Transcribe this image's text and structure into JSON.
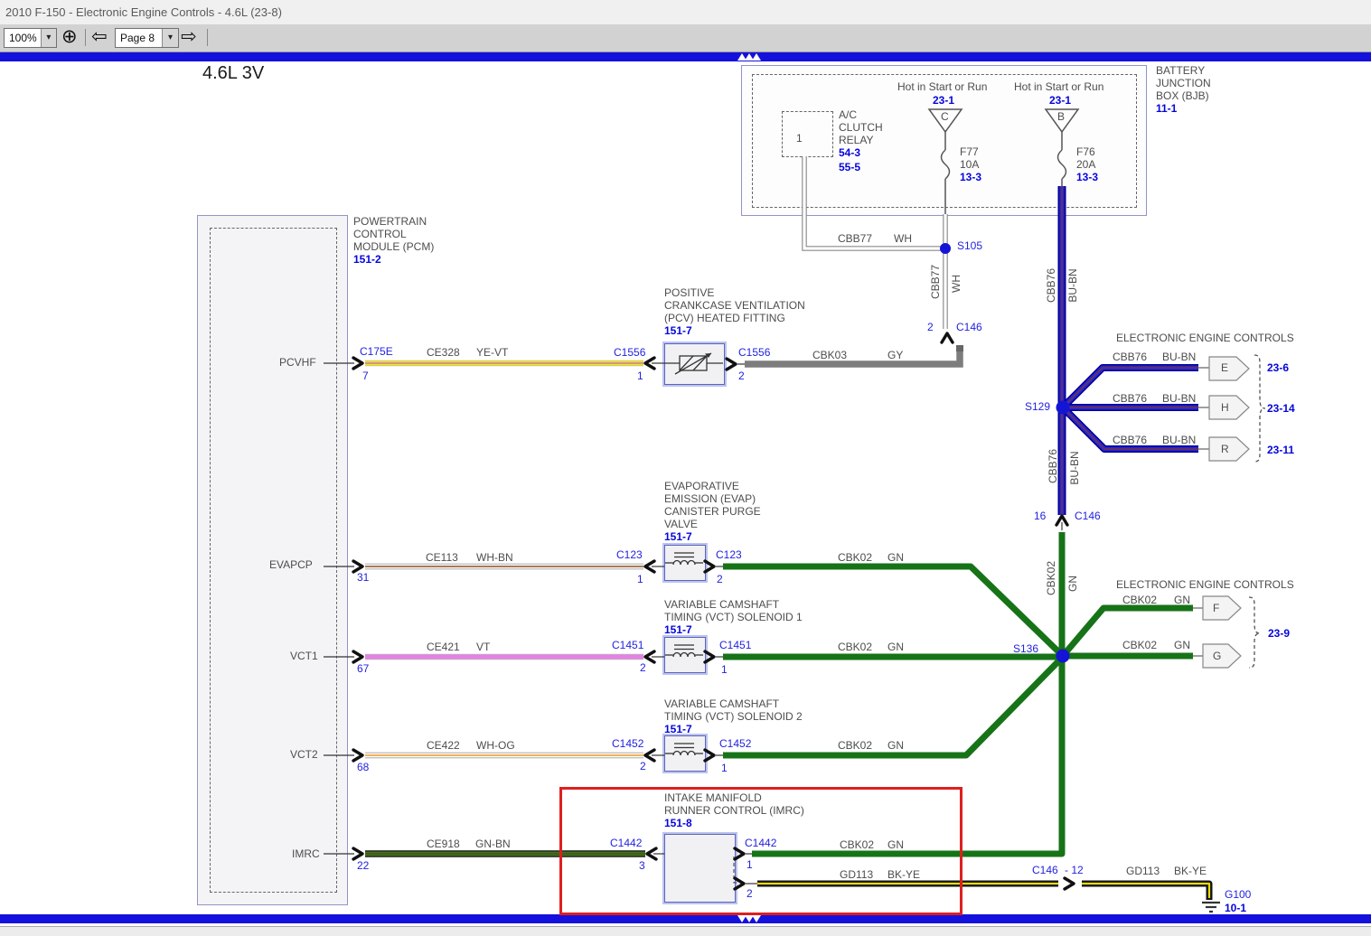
{
  "window": {
    "title": "2010 F-150 - Electronic Engine Controls - 4.6L (23-8)",
    "toolbar": {
      "zoom_value": "100%",
      "page_value": "Page 8",
      "icons": {
        "zoom_in": "⊕",
        "back": "⇦",
        "forward": "⇨",
        "dropdown": "▾"
      }
    }
  },
  "palette": {
    "ref_blue": "#2222e0",
    "page_ref_blue": "#0505dd",
    "wire_green": "#177317",
    "wire_blue": "#2525da",
    "wire_yellow": "#f2e515",
    "wire_violet": "#e382e3",
    "wire_gray": "#7d7d7d",
    "highlight_red": "#de1f1f",
    "label_gray": "#4d4d4d"
  },
  "diagram": {
    "title": "4.6L 3V",
    "bjb": {
      "name": [
        "BATTERY",
        "JUNCTION",
        "BOX (BJB)"
      ],
      "ref": "11-1",
      "relay": {
        "name": [
          "A/C",
          "CLUTCH",
          "RELAY"
        ],
        "refs": [
          "54-3",
          "55-5"
        ],
        "pin": "1"
      },
      "feeds": [
        {
          "hot": "Hot in Start or Run",
          "hot_ref": "23-1",
          "terminal": "C",
          "fuse": "F77",
          "amps": "10A",
          "ref": "13-3"
        },
        {
          "hot": "Hot in Start or Run",
          "hot_ref": "23-1",
          "terminal": "B",
          "fuse": "F76",
          "amps": "20A",
          "ref": "13-3"
        }
      ]
    },
    "pcm": {
      "name": [
        "POWERTRAIN",
        "CONTROL",
        "MODULE (PCM)"
      ],
      "ref": "151-2"
    },
    "splices": {
      "s105": "S105",
      "s129": "S129",
      "s136": "S136"
    },
    "wires": {
      "cbb77_h": {
        "circuit": "CBB77",
        "color": "WH"
      },
      "cbb77_v": {
        "circuit": "CBB77",
        "color": "WH",
        "pin": "2",
        "conn": "C146"
      },
      "cbb76_v1": {
        "circuit": "CBB76",
        "color": "BU-BN"
      },
      "cbb76_v2": {
        "circuit": "CBB76",
        "color": "BU-BN",
        "pin": "16",
        "conn": "C146"
      },
      "cbk02_v": {
        "circuit": "CBK02",
        "color": "GN"
      }
    },
    "ecc_top": {
      "heading": "ELECTRONIC ENGINE CONTROLS",
      "branches": [
        {
          "circuit": "CBB76",
          "color": "BU-BN",
          "terminal": "E",
          "ref": "23-6"
        },
        {
          "circuit": "CBB76",
          "color": "BU-BN",
          "terminal": "H",
          "ref": "23-14"
        },
        {
          "circuit": "CBB76",
          "color": "BU-BN",
          "terminal": "R",
          "ref": "23-11"
        }
      ]
    },
    "ecc_bottom": {
      "heading": "ELECTRONIC ENGINE CONTROLS",
      "ref": "23-9",
      "branches": [
        {
          "circuit": "CBK02",
          "color": "GN",
          "terminal": "F"
        },
        {
          "circuit": "CBK02",
          "color": "GN",
          "terminal": "G"
        }
      ]
    },
    "rows": [
      {
        "pcm_pin_name": "PCVHF",
        "pcm_conn": "C175E",
        "pcm_pin": "7",
        "circuit": "CE328",
        "color": "YE-VT",
        "left_conn": "C1556",
        "left_pin": "1",
        "component": [
          "POSITIVE",
          "CRANKCASE VENTILATION",
          "(PCV) HEATED FITTING"
        ],
        "comp_ref": "151-7",
        "right_conn": "C1556",
        "right_pin": "2",
        "out_circuit": "CBK03",
        "out_color": "GY"
      },
      {
        "pcm_pin_name": "EVAPCP",
        "pcm_pin": "31",
        "circuit": "CE113",
        "color": "WH-BN",
        "left_conn": "C123",
        "left_pin": "1",
        "component": [
          "EVAPORATIVE",
          "EMISSION (EVAP)",
          "CANISTER PURGE",
          "VALVE"
        ],
        "comp_ref": "151-7",
        "right_conn": "C123",
        "right_pin": "2",
        "out_circuit": "CBK02",
        "out_color": "GN"
      },
      {
        "pcm_pin_name": "VCT1",
        "pcm_pin": "67",
        "circuit": "CE421",
        "color": "VT",
        "left_conn": "C1451",
        "left_pin": "2",
        "component": [
          "VARIABLE CAMSHAFT",
          "TIMING (VCT) SOLENOID 1"
        ],
        "comp_ref": "151-7",
        "right_conn": "C1451",
        "right_pin": "1",
        "out_circuit": "CBK02",
        "out_color": "GN"
      },
      {
        "pcm_pin_name": "VCT2",
        "pcm_pin": "68",
        "circuit": "CE422",
        "color": "WH-OG",
        "left_conn": "C1452",
        "left_pin": "2",
        "component": [
          "VARIABLE CAMSHAFT",
          "TIMING (VCT) SOLENOID 2"
        ],
        "comp_ref": "151-7",
        "right_conn": "C1452",
        "right_pin": "1",
        "out_circuit": "CBK02",
        "out_color": "GN"
      },
      {
        "pcm_pin_name": "IMRC",
        "pcm_pin": "22",
        "circuit": "CE918",
        "color": "GN-BN",
        "left_conn": "C1442",
        "left_pin": "3",
        "component": [
          "INTAKE MANIFOLD",
          "RUNNER CONTROL (IMRC)"
        ],
        "comp_ref": "151-8",
        "right_conn": "C1442",
        "right_pin": "1",
        "out_circuit": "CBK02",
        "out_color": "GN",
        "right_pin2": "2",
        "out_circuit2": "GD113",
        "out_color2": "BK-YE"
      }
    ],
    "ground_path": {
      "conn": "C146",
      "pin": "- 12",
      "circuit": "GD113",
      "color": "BK-YE",
      "ground": "G100",
      "ground_ref": "10-1"
    }
  }
}
